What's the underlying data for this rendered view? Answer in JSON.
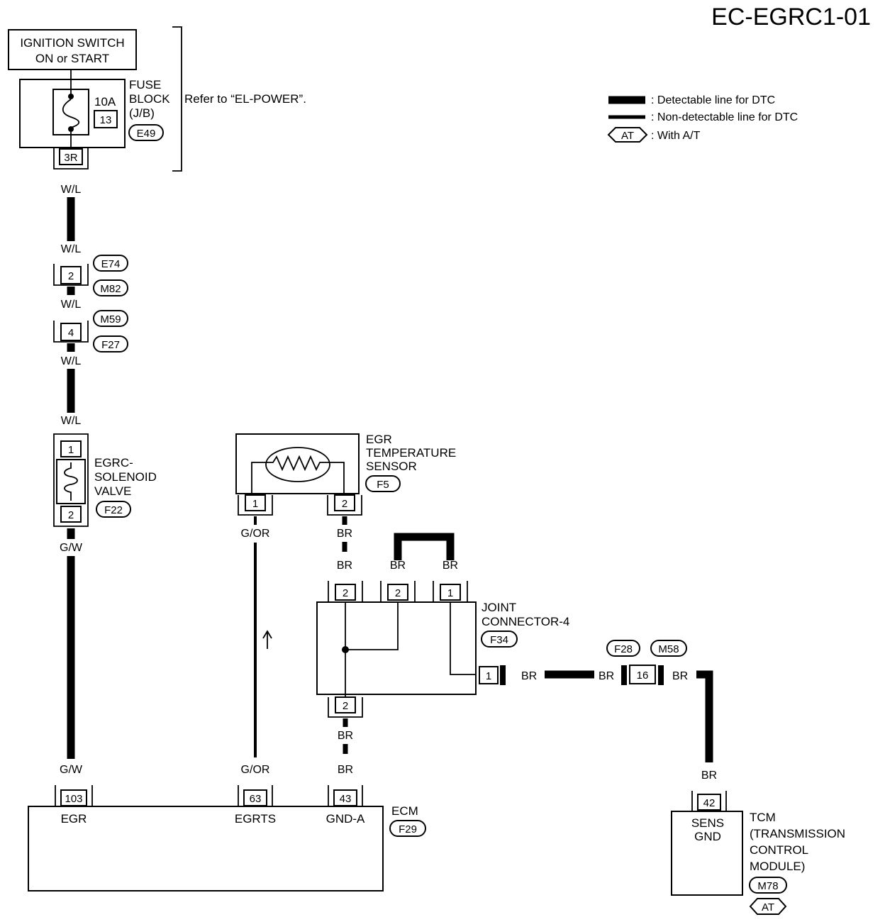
{
  "title": "EC-EGRC1-01",
  "ignition": {
    "line1": "IGNITION SWITCH",
    "line2": "ON or START"
  },
  "fuse": {
    "rating": "10A",
    "number": "13",
    "label1": "FUSE",
    "label2": "BLOCK",
    "label3": "(J/B)",
    "connector": "E49",
    "terminal": "3R",
    "refer": "Refer to “EL-POWER”."
  },
  "legend": {
    "detectable": ": Detectable line for DTC",
    "nondetectable": ": Non-detectable line for DTC",
    "at_badge": "AT",
    "at_text": ": With A/T"
  },
  "wires": {
    "wl": "W/L",
    "gw": "G/W",
    "gor": "G/OR",
    "br": "BR"
  },
  "junction1": {
    "pin": "2",
    "conn_a": "E74",
    "conn_b": "M82"
  },
  "junction2": {
    "pin": "4",
    "conn_a": "M59",
    "conn_b": "F27"
  },
  "solenoid": {
    "pin_top": "1",
    "pin_bottom": "2",
    "label1": "EGRC-",
    "label2": "SOLENOID",
    "label3": "VALVE",
    "connector": "F22"
  },
  "egr_sensor": {
    "label1": "EGR",
    "label2": "TEMPERATURE",
    "label3": "SENSOR",
    "connector": "F5",
    "pin_left": "1",
    "pin_right": "2"
  },
  "joint": {
    "label1": "JOINT",
    "label2": "CONNECTOR-4",
    "connector": "F34",
    "pin_top_a": "2",
    "pin_top_b": "2",
    "pin_top_c": "1",
    "pin_bottom": "2",
    "pin_right": "1"
  },
  "relay_conn": {
    "conn_a": "F28",
    "conn_b": "M58",
    "pin": "16"
  },
  "ecm": {
    "label": "ECM",
    "connector": "F29",
    "pin_egr": "103",
    "pin_egrts": "63",
    "pin_gnda": "43",
    "term_egr": "EGR",
    "term_egrts": "EGRTS",
    "term_gnda": "GND-A"
  },
  "tcm": {
    "pin": "42",
    "term1": "SENS",
    "term2": "GND",
    "label1": "TCM",
    "label2": "(TRANSMISSION",
    "label3": "CONTROL",
    "label4": "MODULE)",
    "connector": "M78",
    "at_badge": "AT"
  }
}
